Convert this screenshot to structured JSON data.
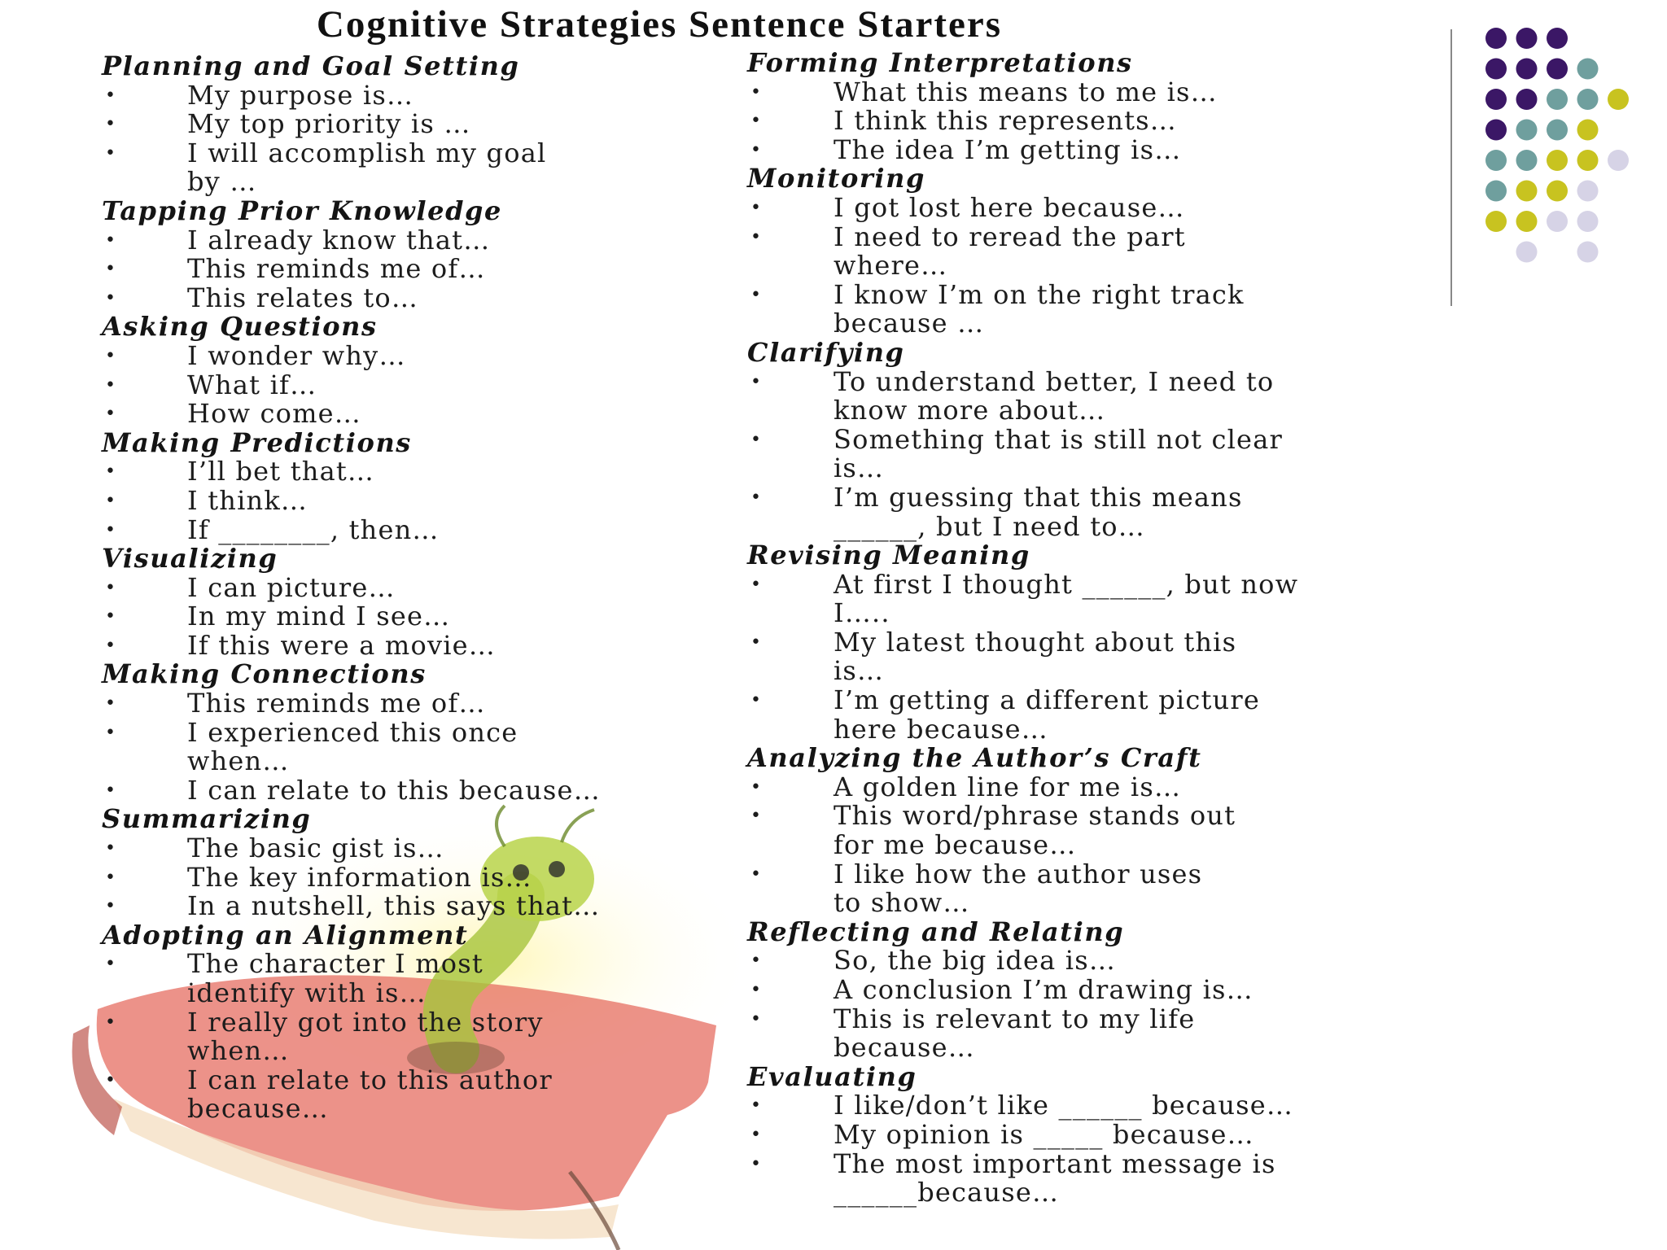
{
  "title": "Cognitive Strategies Sentence Starters",
  "left_column": [
    {
      "type": "heading",
      "text": "Planning and Goal Setting"
    },
    {
      "type": "item",
      "text": "My purpose is…"
    },
    {
      "type": "item",
      "text": "My top priority is …"
    },
    {
      "type": "item",
      "text": "I will accomplish my goal"
    },
    {
      "type": "cont",
      "text": "by …"
    },
    {
      "type": "heading",
      "text": "Tapping Prior Knowledge"
    },
    {
      "type": "item",
      "text": "I already know that…"
    },
    {
      "type": "item",
      "text": "This reminds me of…"
    },
    {
      "type": "item",
      "text": "This relates to…"
    },
    {
      "type": "heading",
      "text": "Asking Questions"
    },
    {
      "type": "item",
      "text": "I wonder why…"
    },
    {
      "type": "item",
      "text": "What if…"
    },
    {
      "type": "item",
      "text": "How come…"
    },
    {
      "type": "heading",
      "text": "Making Predictions"
    },
    {
      "type": "item",
      "text": "I’ll bet that…"
    },
    {
      "type": "item",
      "text": "I think…"
    },
    {
      "type": "item",
      "text": "If ________, then…"
    },
    {
      "type": "heading",
      "text": "Visualizing"
    },
    {
      "type": "item",
      "text": "I can picture…"
    },
    {
      "type": "item",
      "text": "In my mind I see…"
    },
    {
      "type": "item",
      "text": "If this were a movie…"
    },
    {
      "type": "heading",
      "text": "Making Connections"
    },
    {
      "type": "item",
      "text": "This reminds me of…"
    },
    {
      "type": "item",
      "text": "I experienced this once"
    },
    {
      "type": "cont",
      "text": "when…"
    },
    {
      "type": "item",
      "text": "I can relate to this because…"
    },
    {
      "type": "heading",
      "text": "Summarizing"
    },
    {
      "type": "item",
      "text": "The basic gist is…"
    },
    {
      "type": "item",
      "text": "The key information is…"
    },
    {
      "type": "item",
      "text": "In a nutshell, this says that…"
    },
    {
      "type": "heading",
      "text": "Adopting an Alignment"
    },
    {
      "type": "item",
      "text": "The character I most"
    },
    {
      "type": "cont",
      "text": "identify with is…"
    },
    {
      "type": "item",
      "text": "I really got into the story"
    },
    {
      "type": "cont",
      "text": "when…"
    },
    {
      "type": "item",
      "text": "I can relate to this author"
    },
    {
      "type": "cont",
      "text": "because…"
    }
  ],
  "right_column": [
    {
      "type": "heading",
      "text": "Forming Interpretations"
    },
    {
      "type": "item",
      "text": "What this means to me is…"
    },
    {
      "type": "item",
      "text": "I think this represents…"
    },
    {
      "type": "item",
      "text": "The idea I’m getting is…"
    },
    {
      "type": "heading",
      "text": "Monitoring"
    },
    {
      "type": "item",
      "text": "I got lost here because…"
    },
    {
      "type": "item",
      "text": "I need to reread the part"
    },
    {
      "type": "cont",
      "text": "where…"
    },
    {
      "type": "item",
      "text": "I know I’m on the right track"
    },
    {
      "type": "cont",
      "text": "because …"
    },
    {
      "type": "heading",
      "text": "Clarifying"
    },
    {
      "type": "item",
      "text": "To understand better, I need to"
    },
    {
      "type": "cont",
      "text": "know more about…"
    },
    {
      "type": "item",
      "text": "Something that is still not clear"
    },
    {
      "type": "cont",
      "text": "is…"
    },
    {
      "type": "item",
      "text": "I’m guessing that this means"
    },
    {
      "type": "cont",
      "text": "______, but I need to…"
    },
    {
      "type": "heading",
      "text": "Revising Meaning"
    },
    {
      "type": "item",
      "text": "At first I thought ______, but now"
    },
    {
      "type": "cont",
      "text": "I….."
    },
    {
      "type": "item",
      "text": "My latest thought about this"
    },
    {
      "type": "cont",
      "text": "is…"
    },
    {
      "type": "item",
      "text": "I’m getting a different picture"
    },
    {
      "type": "cont",
      "text": "here because…"
    },
    {
      "type": "heading",
      "text": "Analyzing the Author’s Craft"
    },
    {
      "type": "item",
      "text": "A golden line for me is…"
    },
    {
      "type": "item",
      "text": "This word/phrase stands out"
    },
    {
      "type": "cont",
      "text": "for me because…"
    },
    {
      "type": "item",
      "text": "I like how the author uses"
    },
    {
      "type": "cont",
      "text": "to show…"
    },
    {
      "type": "heading",
      "text": "Reflecting and Relating"
    },
    {
      "type": "item",
      "text": "So, the big idea is…"
    },
    {
      "type": "item",
      "text": "A conclusion I’m drawing is…"
    },
    {
      "type": "item",
      "text": "This is relevant to my life"
    },
    {
      "type": "cont",
      "text": "because…"
    },
    {
      "type": "heading",
      "text": "Evaluating"
    },
    {
      "type": "item",
      "text": "I like/don’t like ______ because…"
    },
    {
      "type": "item",
      "text": "My opinion is _____ because…"
    },
    {
      "type": "item",
      "text": "The most important message is"
    },
    {
      "type": "cont",
      "text": "______because…"
    }
  ],
  "bullet_glyph": "•",
  "colors": {
    "purple": "#3b1766",
    "teal": "#6f9f9e",
    "yellow": "#c8c320",
    "lavender": "#d6d3e6",
    "book_red": "#d9473a",
    "worm_green": "#a6c43c"
  },
  "illustrations": [
    "book-worm-illustration",
    "decorative-dot-grid"
  ]
}
